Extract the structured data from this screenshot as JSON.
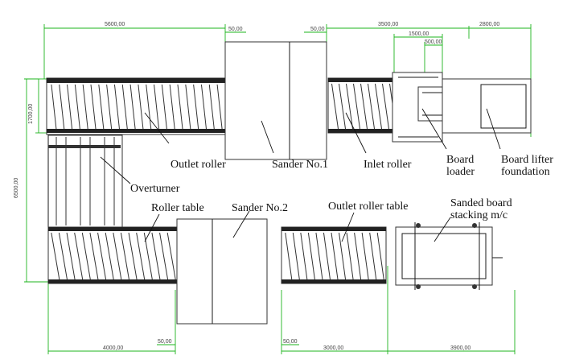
{
  "labels": {
    "outlet_roller": "Outlet roller",
    "sander_no1": "Sander No.1",
    "inlet_roller": "Inlet roller",
    "board_loader_l1": "Board",
    "board_loader_l2": "loader",
    "board_lifter_l1": "Board lifter",
    "board_lifter_l2": "foundation",
    "overturner": "Overturner",
    "roller_table": "Roller table",
    "sander_no2": "Sander No.2",
    "outlet_roller_table": "Outlet roller table",
    "sanded_stack_l1": "Sanded board",
    "sanded_stack_l2": "stacking m/c"
  },
  "dimensions": {
    "top_5600": "5600,00",
    "top_50_left": "50,00",
    "top_50_right": "50,00",
    "top_3500": "3500,00",
    "top_2800": "2800,00",
    "top_1500": "1500,00",
    "top_500": "500,00",
    "left_1700": "1700,00",
    "left_6500": "6500,00",
    "bot_4000": "4000,00",
    "bot_50_left": "50,00",
    "bot_50_right": "50,00",
    "bot_3000": "3000,00",
    "bot_3900": "3900,00"
  },
  "colors": {
    "dimension_line": "#1db41d",
    "equipment": "#333333"
  }
}
